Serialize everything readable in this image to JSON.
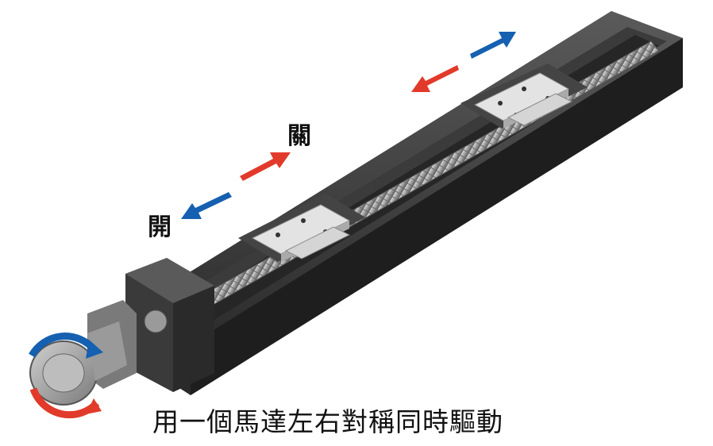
{
  "labels": {
    "open": "開",
    "close": "關"
  },
  "caption": "用一個馬達左右對稱同時驅動",
  "colors": {
    "arrow_red": "#e23a2a",
    "arrow_blue": "#1560b0",
    "rail_dark": "#3a3a3a",
    "slider_plate": "#dcdcdc",
    "screw": "#a9a9a9"
  },
  "icons": {
    "rotation_arrows": "rotation-arrows-icon",
    "open_arrows": "double-arrow-icon",
    "close_arrows": "double-arrow-icon"
  }
}
